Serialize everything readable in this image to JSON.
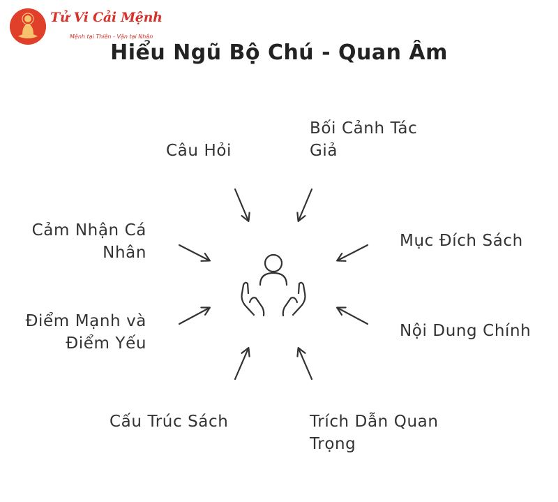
{
  "brand": {
    "title": "Tử Vi Cải Mệnh",
    "tagline": "Mệnh tại Thiên - Vận tại Nhân",
    "accent_color": "#d8312a"
  },
  "diagram": {
    "title": "Hiểu Ngũ Bộ Chú - Quan Âm",
    "center_icon": "person-with-open-hands-icon",
    "nodes": {
      "cau_hoi": "Câu Hỏi",
      "boi_canh_tac_gia": {
        "line1": "Bối Cảnh Tác",
        "line2": "Giả"
      },
      "cam_nhan_ca_nhan": {
        "line1": "Cảm Nhận Cá",
        "line2": "Nhân"
      },
      "muc_dich_sach": "Mục Đích Sách",
      "diem_manh_diem_yeu": {
        "line1": "Điểm Mạnh và",
        "line2": "Điểm Yếu"
      },
      "noi_dung_chinh": "Nội Dung Chính",
      "cau_truc_sach": "Cấu Trúc Sách",
      "trich_dan_quan_trong": {
        "line1": "Trích Dẫn Quan",
        "line2": "Trọng"
      }
    }
  }
}
